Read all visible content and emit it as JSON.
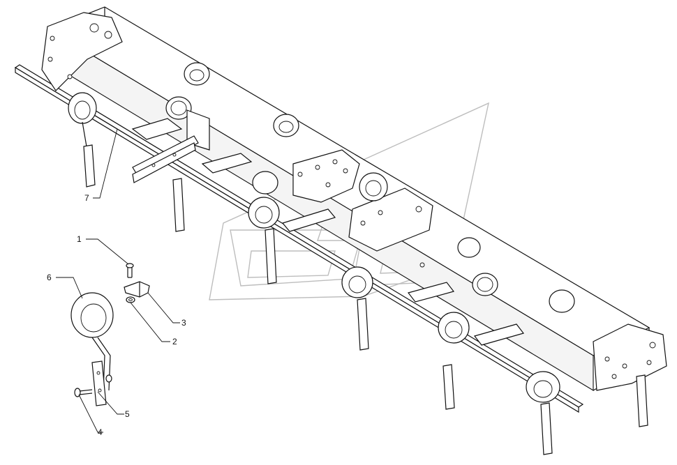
{
  "callouts": [
    {
      "id": "c1",
      "text": "1"
    },
    {
      "id": "c2",
      "text": "2"
    },
    {
      "id": "c3",
      "text": "3"
    },
    {
      "id": "c4",
      "text": "4"
    },
    {
      "id": "c5",
      "text": "5"
    },
    {
      "id": "c6",
      "text": "6"
    },
    {
      "id": "c7",
      "text": "7"
    }
  ]
}
